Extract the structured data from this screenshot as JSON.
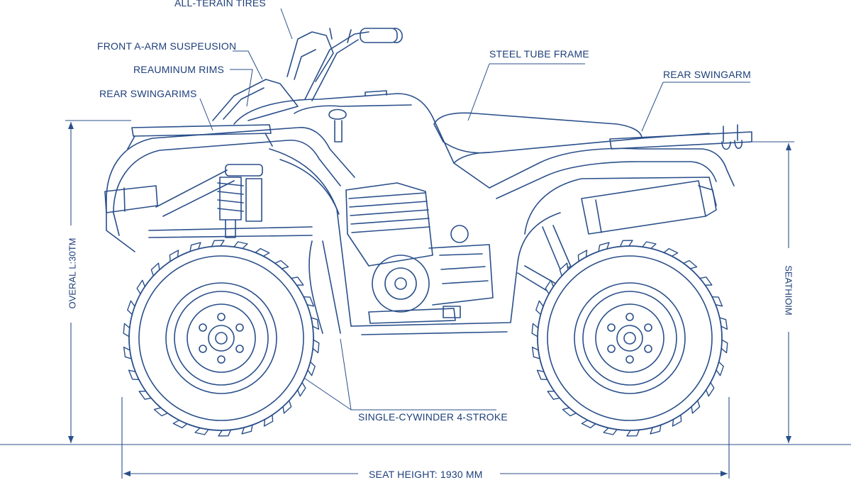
{
  "diagram": {
    "callouts": [
      {
        "id": "tires",
        "text": "ALL-TERAIN TIRES"
      },
      {
        "id": "front-suspension",
        "text": "FRONT A-ARM SUSPEUSION"
      },
      {
        "id": "rims",
        "text": "REAUMINUM RIMS"
      },
      {
        "id": "rear-swingarms",
        "text": "REAR SWINGARIMS"
      },
      {
        "id": "frame",
        "text": "STEEL TUBE FRAME"
      },
      {
        "id": "rear-swingarm",
        "text": "REAR SWINGARM"
      },
      {
        "id": "engine",
        "text": "SINGLE-CYWINDER 4-STROKE"
      }
    ],
    "dimensions": {
      "overall_length": "OVERAL L:30TM",
      "seat_height_side": "SEATHIOIM",
      "seat_height_bottom": "SEAT HEIGHT: 1930 MM"
    },
    "colors": {
      "line": "#2a4f8a",
      "text": "#1e3f7a",
      "background": "#ffffff"
    }
  }
}
